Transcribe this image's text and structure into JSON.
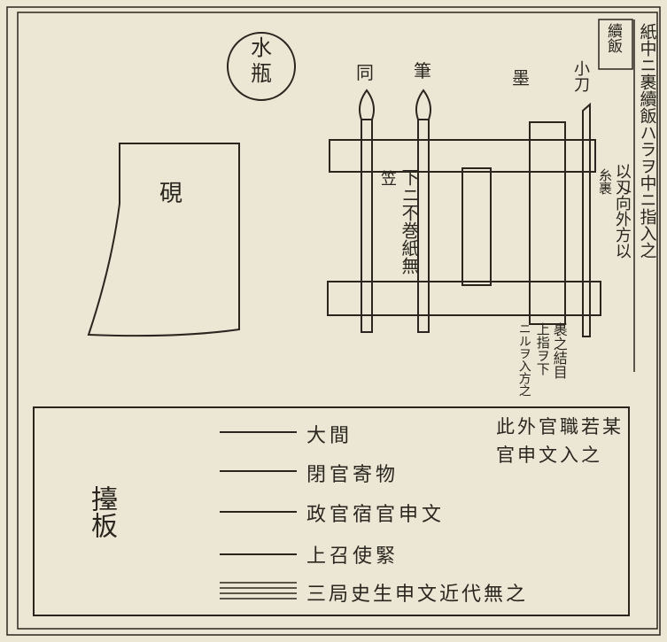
{
  "margin_text": {
    "box_label": "續飯",
    "note": "紙中ニ裹續飯ハラヲ中ニ指入之"
  },
  "items": {
    "water_bottle": "水瓶",
    "inkstone": "硯",
    "brush_same": "同",
    "brush": "筆",
    "ink": "墨",
    "knife": "小刀",
    "brush_note": "下ニ不巻紙無",
    "brush_note_top": "笠",
    "knife_note": "以刄向外方以",
    "knife_note2": "糸裹",
    "knot_note_col1": "裹之結目",
    "knot_note_col2": "上指ヲ下",
    "knot_note_col3": "ニルヲ入方之"
  },
  "board": {
    "label": "擡板",
    "entries": [
      "大間",
      "閉官寄物",
      "政官宿官申文",
      "上召使緊",
      "三局史生申文近代無之"
    ],
    "side_note_col1": "此外官職若某",
    "side_note_col2": "官申文入之"
  }
}
